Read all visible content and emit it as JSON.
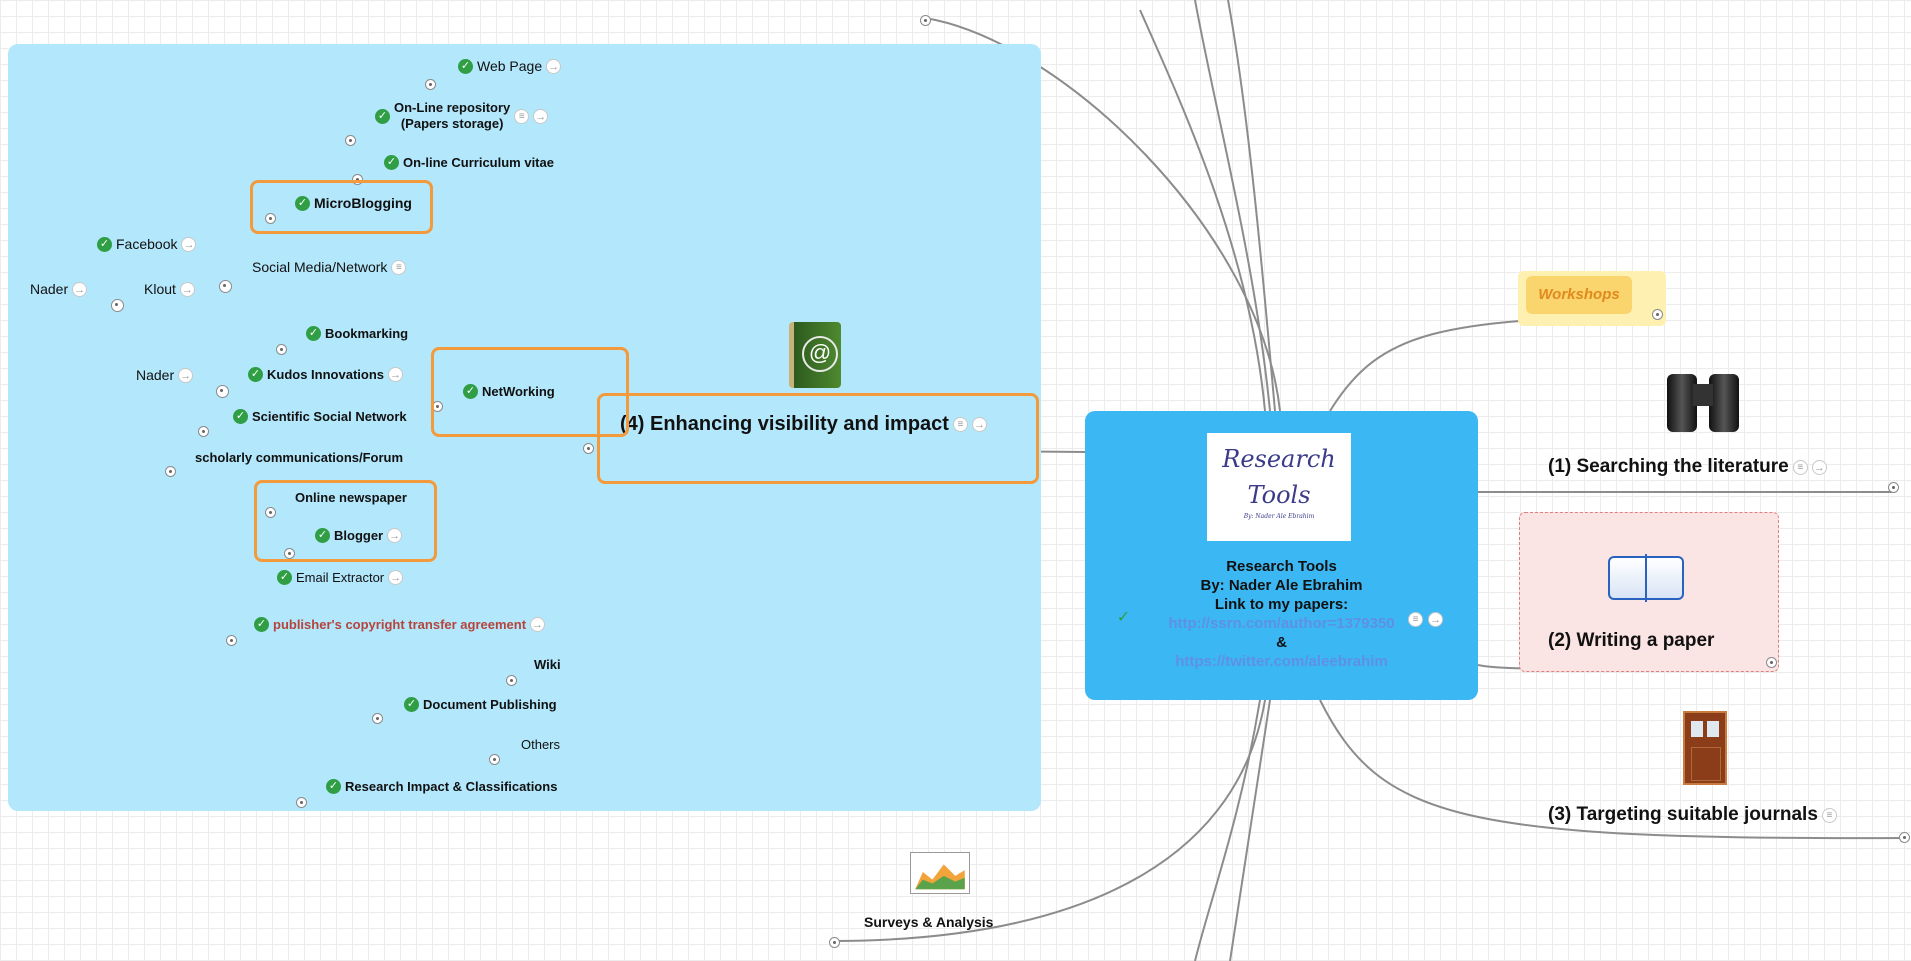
{
  "panel_nodes": {
    "web_page": "Web Page",
    "online_repository_line1": "On-Line repository",
    "online_repository_line2": "(Papers storage)",
    "online_cv": "On-line Curriculum vitae",
    "microblogging": "MicroBlogging",
    "facebook": "Facebook",
    "social_media": "Social Media/Network",
    "nader_1": "Nader",
    "klout": "Klout",
    "bookmarking": "Bookmarking",
    "nader_2": "Nader",
    "kudos": "Kudos Innovations",
    "networking": "NetWorking",
    "scientific_social": "Scientific Social Network",
    "scholarly": "scholarly communications/Forum",
    "online_newspaper": "Online newspaper",
    "blogger": "Blogger",
    "email_extractor": "Email Extractor",
    "publisher_copyright": "publisher's copyright transfer agreement",
    "wiki": "Wiki",
    "document_publishing": "Document Publishing",
    "others": "Others",
    "research_impact": "Research Impact & Classifications"
  },
  "main_topic": "(4) Enhancing visibility and impact",
  "center": {
    "logo_line1": "Research",
    "logo_line2": "Tools",
    "logo_byline": "By: Nader Ale Ebrahim",
    "title": "Research Tools",
    "author": "By: Nader Ale Ebrahim",
    "link_label": "Link to my papers:",
    "link1": "http://ssrn.com/author=1379350",
    "amp": "&",
    "link2": "https://twitter.com/aleebrahim"
  },
  "right_nodes": {
    "workshops": "Workshops",
    "searching": "(1) Searching the literature",
    "writing": "(2) Writing a paper",
    "targeting": "(3) Targeting suitable journals",
    "surveys": "Surveys & Analysis"
  },
  "icons": {
    "check": "✓",
    "arrow": "→",
    "note": "≡"
  },
  "colors": {
    "panel": "#b3e7fb",
    "center": "#3bb8f3",
    "highlight": "#f39a3c",
    "check": "#2f9e44",
    "link": "#5e90e6",
    "publisher_text": "#b4443c",
    "workshops_text": "#e08a1e"
  }
}
